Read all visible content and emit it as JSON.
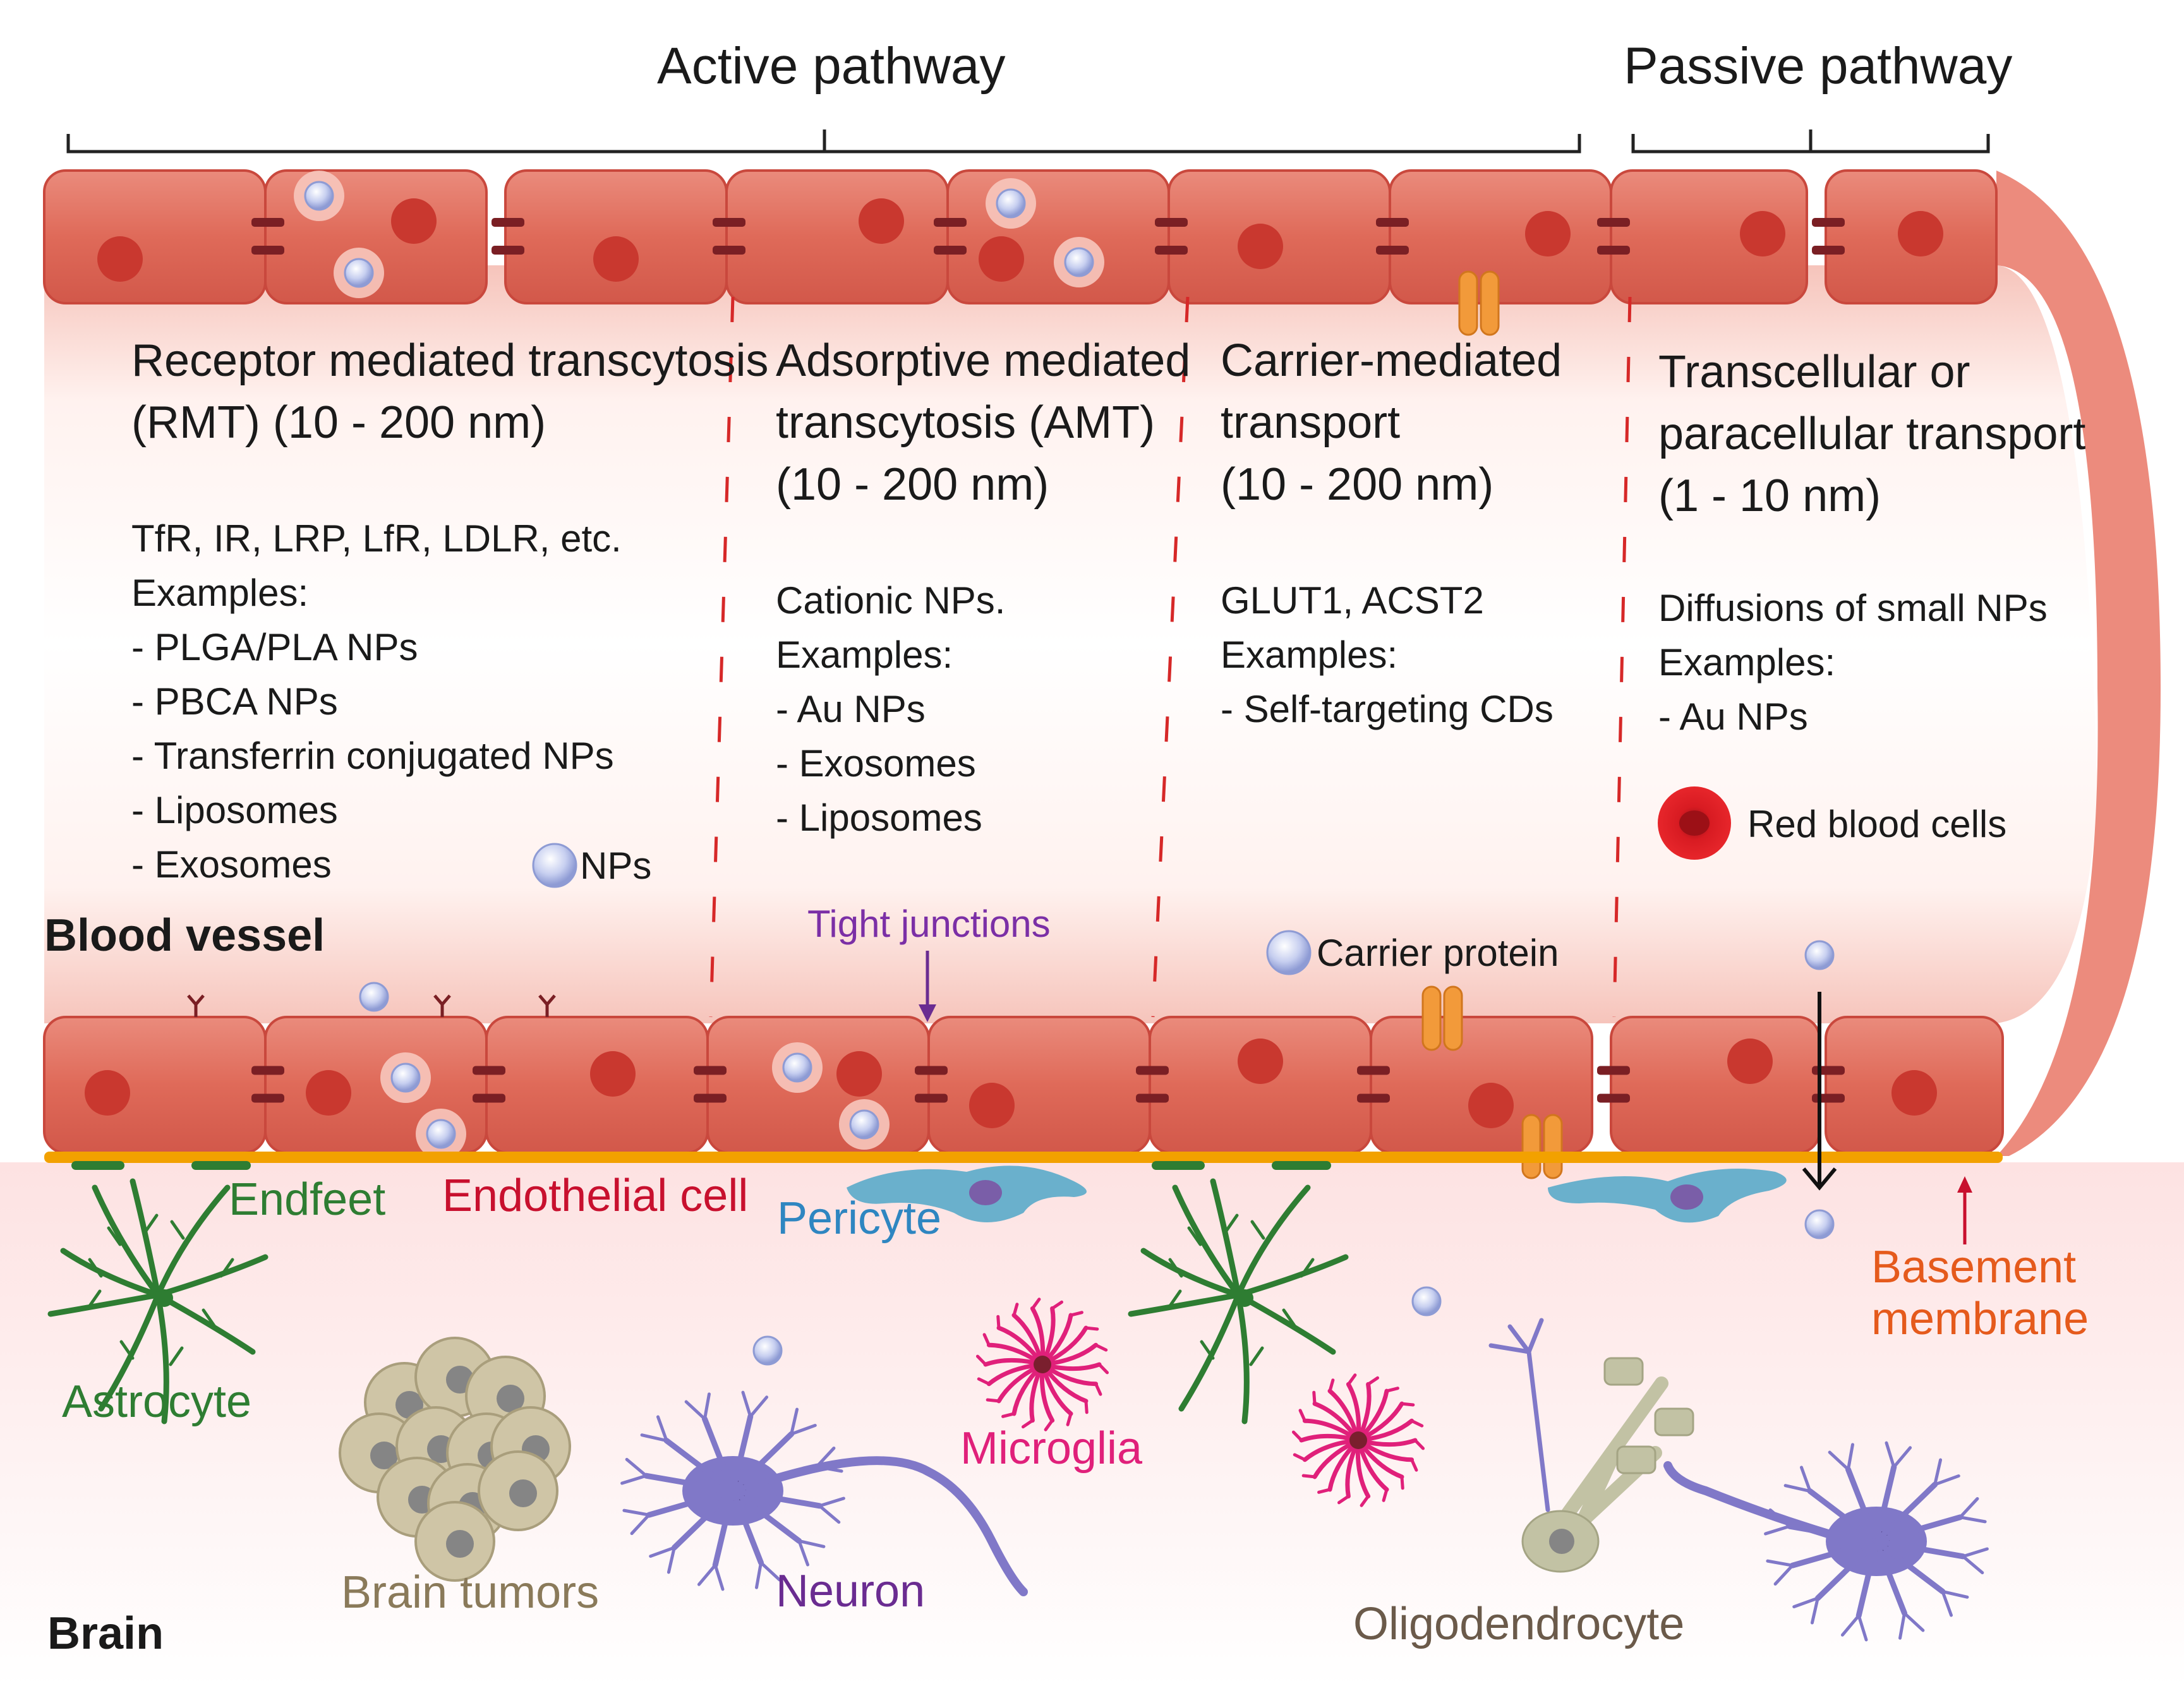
{
  "pathways": {
    "active_label": "Active pathway",
    "passive_label": "Passive pathway"
  },
  "mechanisms": [
    {
      "title_lines": [
        "Receptor mediated transcytosis",
        "(RMT) (10 - 200 nm)"
      ],
      "details": [
        "TfR, IR, LRP, LfR, LDLR, etc.",
        "Examples:",
        "- PLGA/PLA NPs",
        "- PBCA NPs",
        "- Transferrin conjugated NPs",
        "- Liposomes",
        "- Exosomes"
      ]
    },
    {
      "title_lines": [
        "Adsorptive mediated",
        "transcytosis (AMT)",
        "(10 - 200 nm)"
      ],
      "details": [
        "Cationic NPs.",
        "Examples:",
        "- Au NPs",
        "- Exosomes",
        "- Liposomes"
      ]
    },
    {
      "title_lines": [
        "Carrier-mediated",
        "transport",
        "(10 - 200 nm)"
      ],
      "details": [
        "GLUT1, ACST2",
        "Examples:",
        "- Self-targeting CDs"
      ]
    },
    {
      "title_lines": [
        "Transcellular or",
        "paracellular transport",
        "(1 - 10 nm)"
      ],
      "details": [
        "Diffusions of small NPs",
        "Examples:",
        "- Au NPs"
      ]
    }
  ],
  "legend": {
    "nps": "NPs",
    "red_blood_cells": "Red blood cells",
    "carrier_protein": "Carrier protein",
    "tight_junctions": "Tight junctions"
  },
  "regions": {
    "blood_vessel": "Blood vessel",
    "brain": "Brain"
  },
  "cells": {
    "endfeet": "Endfeet",
    "endothelial_cell": "Endothelial cell",
    "pericyte": "Pericyte",
    "basement_membrane_lines": [
      "Basement",
      "membrane"
    ],
    "astrocyte": "Astrocyte",
    "brain_tumors": "Brain tumors",
    "neuron": "Neuron",
    "microglia": "Microglia",
    "oligodendrocyte": "Oligodendrocyte"
  },
  "colors": {
    "endothelium": "#e06a5a",
    "endothelium_dark": "#c9483d",
    "nucleus": "#c9382f",
    "junction": "#7a1f24",
    "lumen_edge": "#f4b7ad",
    "basement_membrane": "#f2a100",
    "carrier_protein": "#f29a3a",
    "np": "#c9d2f0",
    "astrocyte": "#2e7d32",
    "pericyte": "#6ab0cc",
    "microglia": "#e0207a",
    "neuron": "#8078c8",
    "tumor": "#c9bfa0",
    "oligodendrocyte": "#c2c2a4",
    "endothelial_label": "#c8102e",
    "pericyte_label": "#2e86c1",
    "basement_label": "#e55a1c",
    "tight_junction_label": "#7b2fa6",
    "neuron_label": "#6a2c91",
    "tumor_label": "#8a7a5a",
    "oligo_label": "#6b5a4a",
    "divider": "#d62828"
  }
}
